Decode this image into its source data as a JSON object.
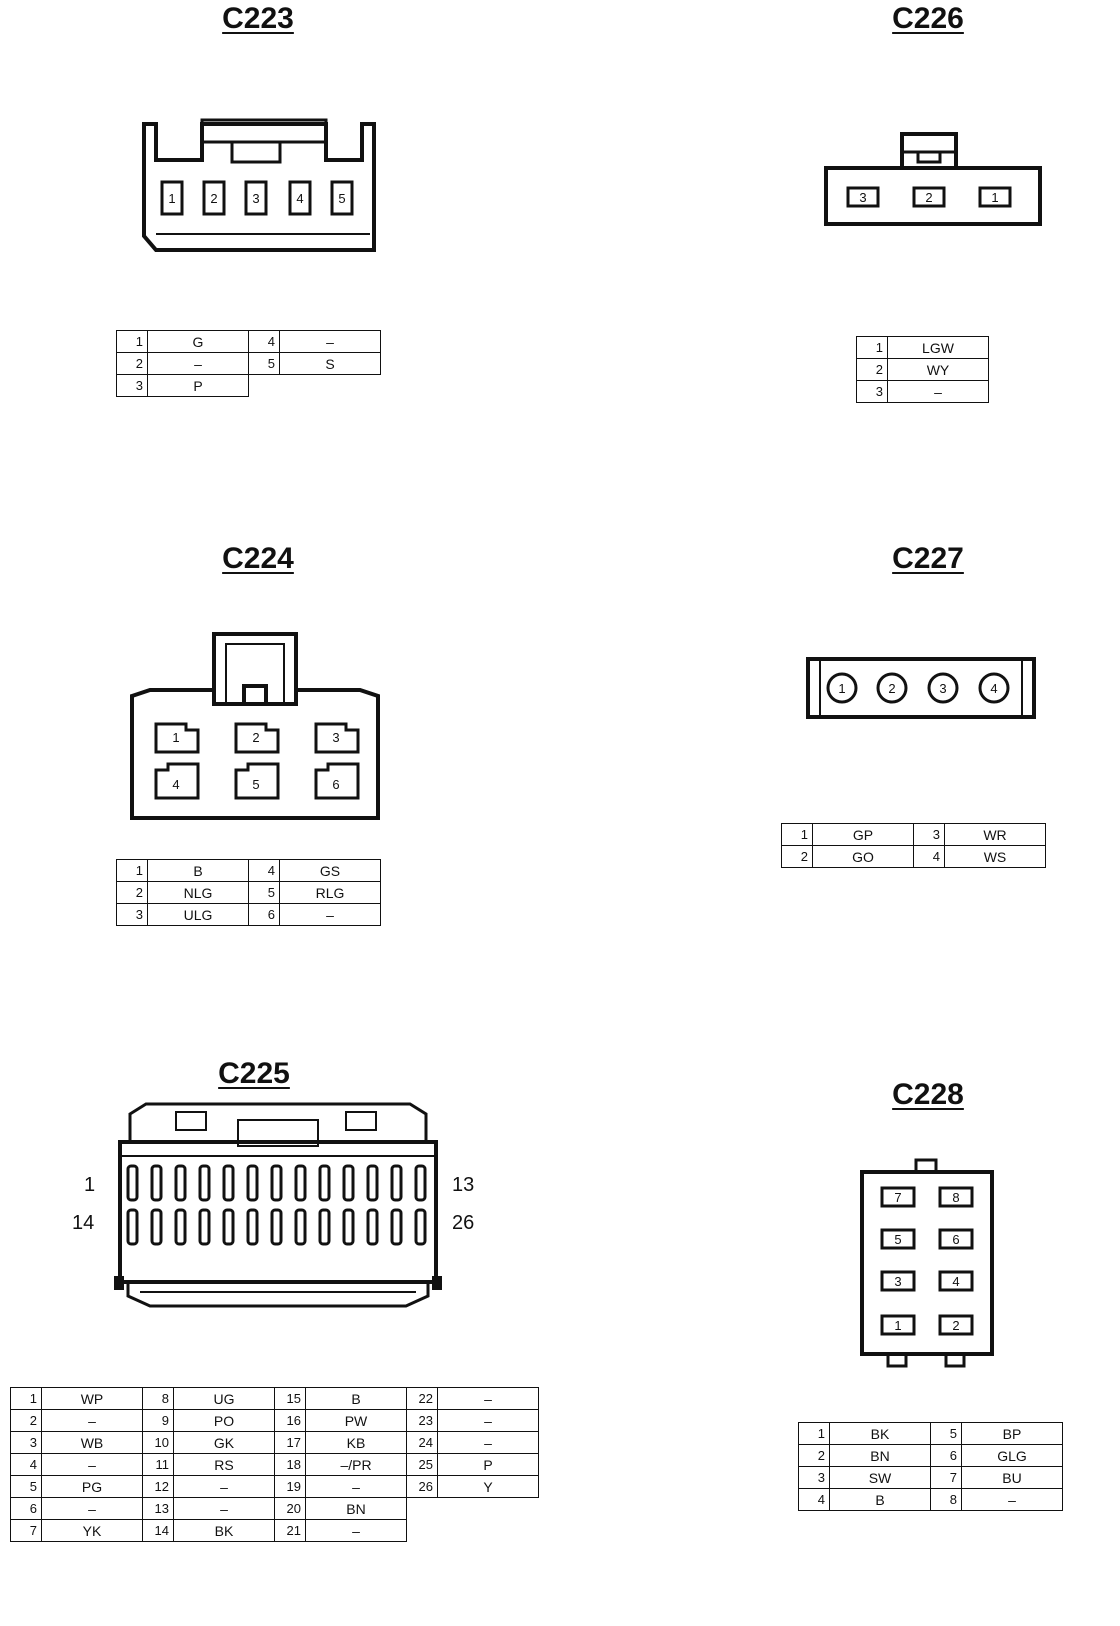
{
  "connectors": {
    "c223": {
      "title": "C223",
      "cavities": [
        "1",
        "2",
        "3",
        "4",
        "5"
      ],
      "pins": [
        {
          "pin": "1",
          "wire": "G"
        },
        {
          "pin": "2",
          "wire": "–"
        },
        {
          "pin": "3",
          "wire": "P"
        },
        {
          "pin": "4",
          "wire": "–"
        },
        {
          "pin": "5",
          "wire": "S"
        }
      ]
    },
    "c226": {
      "title": "C226",
      "cavities": [
        "3",
        "2",
        "1"
      ],
      "pins": [
        {
          "pin": "1",
          "wire": "LGW"
        },
        {
          "pin": "2",
          "wire": "WY"
        },
        {
          "pin": "3",
          "wire": "–"
        }
      ]
    },
    "c224": {
      "title": "C224",
      "cavities": [
        "1",
        "2",
        "3",
        "4",
        "5",
        "6"
      ],
      "pins": [
        {
          "pin": "1",
          "wire": "B"
        },
        {
          "pin": "2",
          "wire": "NLG"
        },
        {
          "pin": "3",
          "wire": "ULG"
        },
        {
          "pin": "4",
          "wire": "GS"
        },
        {
          "pin": "5",
          "wire": "RLG"
        },
        {
          "pin": "6",
          "wire": "–"
        }
      ]
    },
    "c227": {
      "title": "C227",
      "cavities": [
        "1",
        "2",
        "3",
        "4"
      ],
      "pins": [
        {
          "pin": "1",
          "wire": "GP"
        },
        {
          "pin": "2",
          "wire": "GO"
        },
        {
          "pin": "3",
          "wire": "WR"
        },
        {
          "pin": "4",
          "wire": "WS"
        }
      ]
    },
    "c225": {
      "title": "C225",
      "side_labels": {
        "top_left": "1",
        "top_right": "13",
        "bottom_left": "14",
        "bottom_right": "26"
      },
      "pins": [
        {
          "pin": "1",
          "wire": "WP"
        },
        {
          "pin": "2",
          "wire": "–"
        },
        {
          "pin": "3",
          "wire": "WB"
        },
        {
          "pin": "4",
          "wire": "–"
        },
        {
          "pin": "5",
          "wire": "PG"
        },
        {
          "pin": "6",
          "wire": "–"
        },
        {
          "pin": "7",
          "wire": "YK"
        },
        {
          "pin": "8",
          "wire": "UG"
        },
        {
          "pin": "9",
          "wire": "PO"
        },
        {
          "pin": "10",
          "wire": "GK"
        },
        {
          "pin": "11",
          "wire": "RS"
        },
        {
          "pin": "12",
          "wire": "–"
        },
        {
          "pin": "13",
          "wire": "–"
        },
        {
          "pin": "14",
          "wire": "BK"
        },
        {
          "pin": "15",
          "wire": "B"
        },
        {
          "pin": "16",
          "wire": "PW"
        },
        {
          "pin": "17",
          "wire": "KB"
        },
        {
          "pin": "18",
          "wire": "–/PR"
        },
        {
          "pin": "19",
          "wire": "–"
        },
        {
          "pin": "20",
          "wire": "BN"
        },
        {
          "pin": "21",
          "wire": "–"
        },
        {
          "pin": "22",
          "wire": "–"
        },
        {
          "pin": "23",
          "wire": "–"
        },
        {
          "pin": "24",
          "wire": "–"
        },
        {
          "pin": "25",
          "wire": "P"
        },
        {
          "pin": "26",
          "wire": "Y"
        }
      ]
    },
    "c228": {
      "title": "C228",
      "cavities": [
        "7",
        "8",
        "5",
        "6",
        "3",
        "4",
        "1",
        "2"
      ],
      "pins": [
        {
          "pin": "1",
          "wire": "BK"
        },
        {
          "pin": "2",
          "wire": "BN"
        },
        {
          "pin": "3",
          "wire": "SW"
        },
        {
          "pin": "4",
          "wire": "B"
        },
        {
          "pin": "5",
          "wire": "BP"
        },
        {
          "pin": "6",
          "wire": "GLG"
        },
        {
          "pin": "7",
          "wire": "BU"
        },
        {
          "pin": "8",
          "wire": "–"
        }
      ]
    }
  }
}
